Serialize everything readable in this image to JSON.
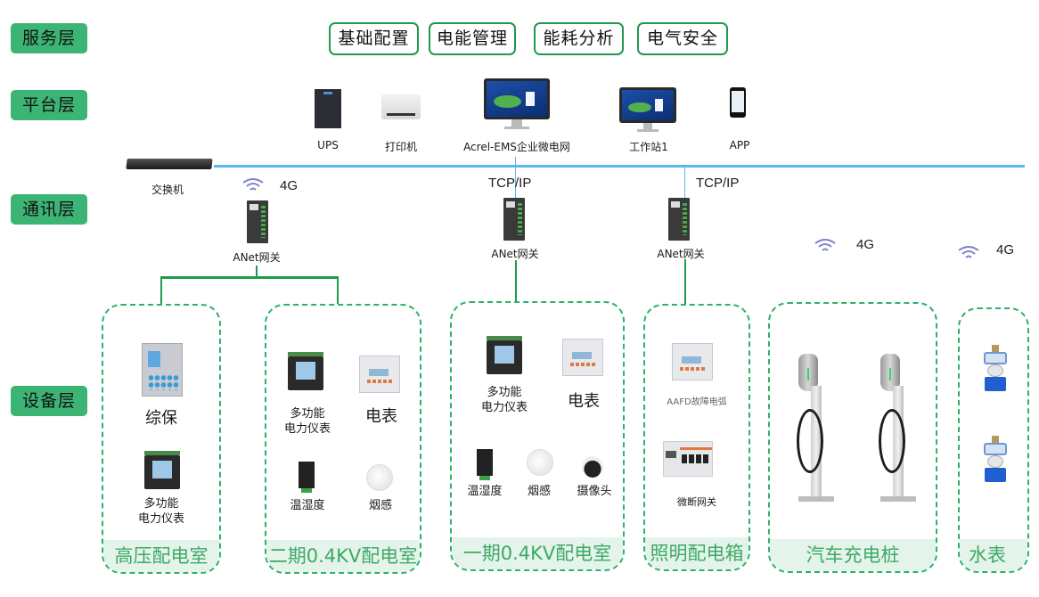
{
  "layers": {
    "service": "服务层",
    "platform": "平台层",
    "communication": "通讯层",
    "device": "设备层"
  },
  "services": [
    "基础配置",
    "电能管理",
    "能耗分析",
    "电气安全"
  ],
  "platform_devices": [
    {
      "label": "UPS",
      "icon": "ups-icon"
    },
    {
      "label": "打印机",
      "icon": "printer-icon"
    },
    {
      "label": "Acrel-EMS企业微电网",
      "icon": "monitor-icon"
    },
    {
      "label": "工作站1",
      "icon": "monitor-icon"
    },
    {
      "label": "APP",
      "icon": "phone-icon"
    }
  ],
  "switch": {
    "label": "交换机",
    "icon": "network-switch-icon"
  },
  "communication": {
    "gateways": [
      {
        "label": "ANet网关",
        "link": "4G"
      },
      {
        "label": "ANet网关",
        "link": "TCP/IP"
      },
      {
        "label": "ANet网关",
        "link": "TCP/IP"
      }
    ],
    "wireless": [
      "4G",
      "4G"
    ]
  },
  "rooms": [
    {
      "title": "高压配电室",
      "items": [
        "综保",
        "多功能\n电力仪表"
      ],
      "item_lines": [
        [
          "综保"
        ],
        [
          "多功能",
          "电力仪表"
        ]
      ]
    },
    {
      "title": "二期0.4KV配电室",
      "items": [
        "多功能电力仪表",
        "电表",
        "温湿度",
        "烟感"
      ],
      "item_lines": [
        [
          "多功能",
          "电力仪表"
        ],
        [
          "电表"
        ],
        [
          "温湿度"
        ],
        [
          "烟感"
        ]
      ]
    },
    {
      "title": "一期0.4KV配电室",
      "items": [
        "多功能电力仪表",
        "电表",
        "温湿度",
        "烟感",
        "摄像头"
      ],
      "item_lines": [
        [
          "多功能",
          "电力仪表"
        ],
        [
          "电表"
        ],
        [
          "温湿度"
        ],
        [
          "烟感"
        ],
        [
          "摄像头"
        ]
      ]
    },
    {
      "title": "照明配电箱",
      "items": [
        "AAFD故障电弧",
        "微断网关"
      ]
    },
    {
      "title": "汽车充电桩",
      "items": []
    },
    {
      "title": "水表",
      "items": []
    }
  ],
  "colors": {
    "layer_label_bg": "#3cb474",
    "service_border": "#1e9a4e",
    "network_line": "#5bb8ee",
    "room_border": "#2bb36a",
    "room_footer_bg": "#e4f4ea",
    "room_footer_text": "#3ea866"
  }
}
